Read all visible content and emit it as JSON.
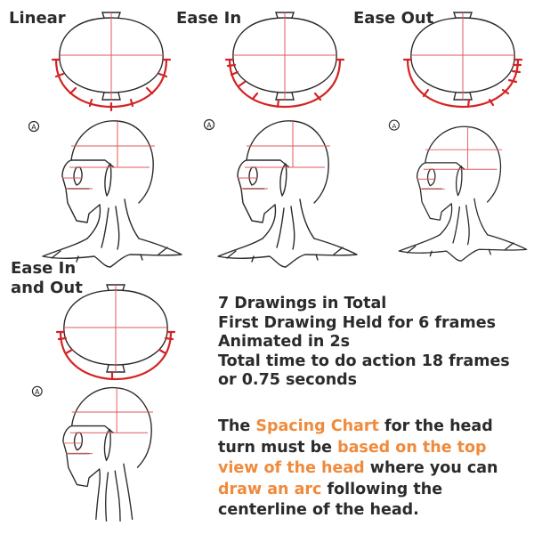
{
  "panels": {
    "linear": {
      "title": "Linear"
    },
    "ease_in": {
      "title": "Ease In"
    },
    "ease_out": {
      "title": "Ease Out"
    },
    "ease_in_out": {
      "title_line1": "Ease In",
      "title_line2": "and Out"
    }
  },
  "key_label": "A",
  "colors": {
    "sketch": "#2a2a2a",
    "guide": "#e15a5a",
    "arc": "#d42323",
    "highlight": "#f08a3c"
  },
  "info": {
    "lines": [
      "7 Drawings in Total",
      "First Drawing Held for 6 frames",
      "Animated in 2s",
      "Total time to do action 18 frames",
      "or 0.75 seconds"
    ]
  },
  "description": {
    "t1": "The ",
    "h1": "Spacing Chart",
    "t2": " for the head turn must be ",
    "h2": "based on the top view of the head",
    "t3": " where you can ",
    "h3": "draw an arc",
    "t4": " following the centerline of the head."
  }
}
